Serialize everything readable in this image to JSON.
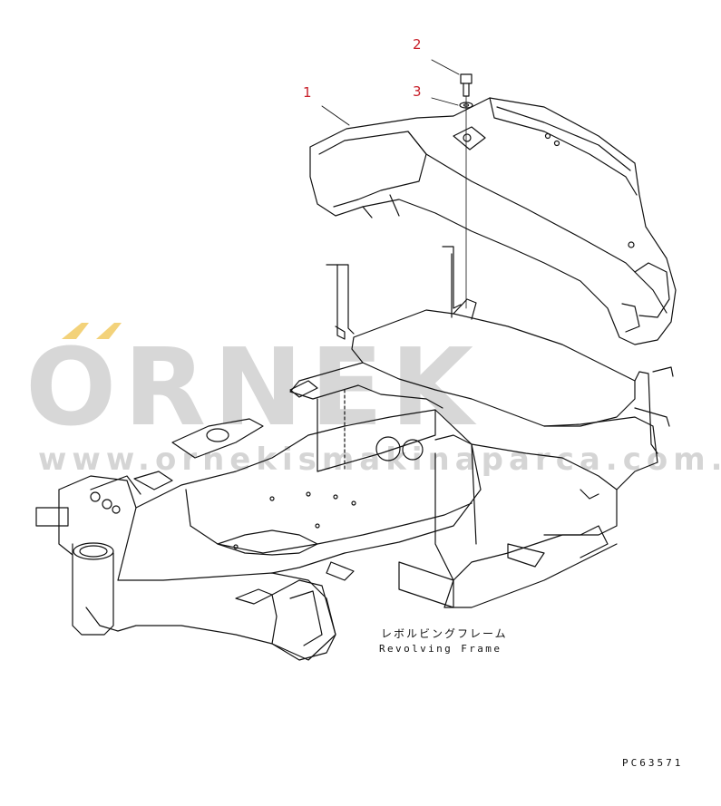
{
  "callouts": {
    "c1": "1",
    "c2": "2",
    "c3": "3"
  },
  "caption": {
    "japanese": "レボルビングフレーム",
    "english": "Revolving Frame"
  },
  "drawing_code": "PC63571",
  "watermark": {
    "name": "ORNEK",
    "url": "www.ornekismakinaparca.com.tr",
    "accent_color": "#f3d27a",
    "text_color": "#9a9a9a"
  },
  "colors": {
    "line": "#111111",
    "callout": "#c8202a"
  }
}
